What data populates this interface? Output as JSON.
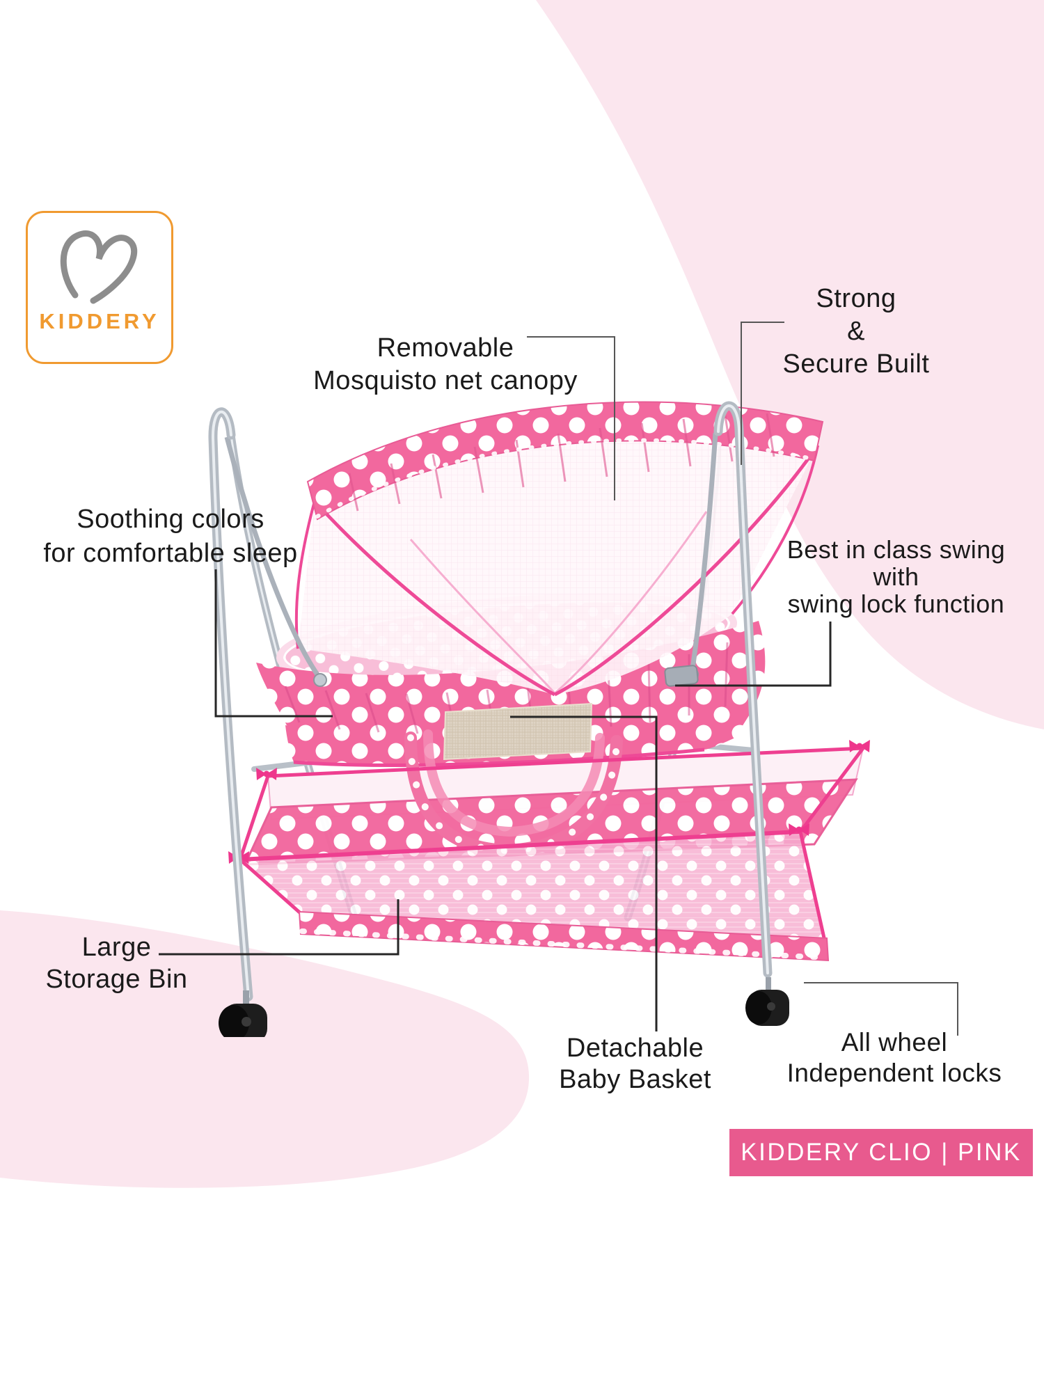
{
  "logo": {
    "brand": "KIDDERY",
    "heart_icon": "heart-icon"
  },
  "callouts": {
    "canopy": {
      "lines": [
        "Removable",
        "Mosquisto net canopy"
      ]
    },
    "build": {
      "lines": [
        "Strong",
        "&",
        "Secure Built"
      ]
    },
    "colors": {
      "lines": [
        "Soothing colors",
        "for comfortable sleep"
      ]
    },
    "swing": {
      "lines": [
        "Best in class swing",
        "with",
        "swing lock function"
      ]
    },
    "storage": {
      "lines": [
        "Large",
        "Storage Bin"
      ]
    },
    "basket": {
      "lines": [
        "Detachable",
        "Baby Basket"
      ]
    },
    "wheels": {
      "lines": [
        "All wheel",
        "Independent locks"
      ]
    }
  },
  "banner": {
    "text": "KIDDERY CLIO | PINK"
  },
  "palette": {
    "banner_pink": "#e85a8e",
    "hot_pink_trim": "#ee3f90",
    "fabric_pink": "#f2689e",
    "rim_pink": "#f8bed8",
    "blob_pink": "#fbe6ee",
    "logo_orange": "#f09a30",
    "heart_gray": "#8d8d8d",
    "text_color": "#1a1a1a",
    "callout_line_gray": "#565656",
    "callout_line_dark": "#262626",
    "metal_silver": "#b4bbc3",
    "wheel_black": "#1d1d1d"
  }
}
